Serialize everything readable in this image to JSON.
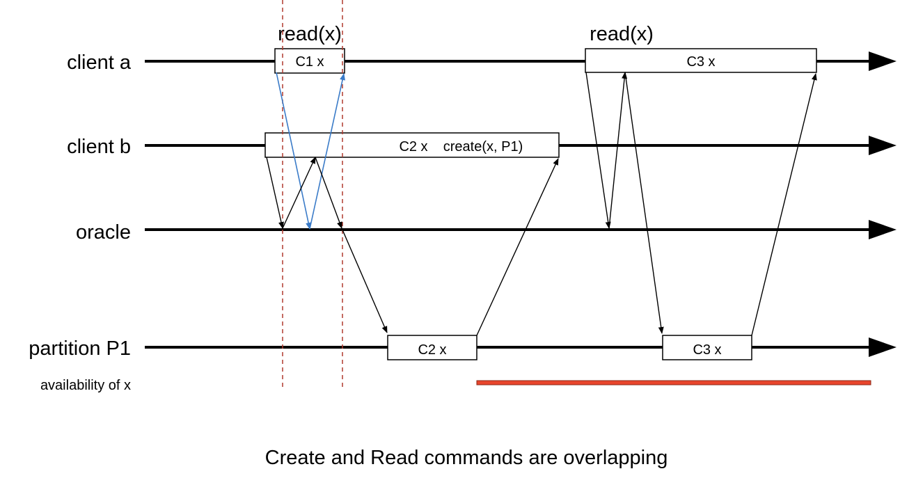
{
  "lanes": {
    "client_a": "client a",
    "client_b": "client b",
    "oracle": "oracle",
    "partition_p1": "partition P1",
    "availability": "availability of x"
  },
  "boxes": {
    "c1": "C1 x",
    "c2_client_b": "C2 x",
    "c2_create": "create(x, P1)",
    "c3_client_a": "C3 x",
    "c2_partition": "C2 x",
    "c3_partition": "C3 x"
  },
  "ops": {
    "read1": "read(x)",
    "read2": "read(x)"
  },
  "caption": "Create and Read commands are overlapping",
  "colors": {
    "timeline": "#000000",
    "blue_message": "#3a7bc8",
    "black_message": "#000000",
    "dashed_marker": "#b03a2e",
    "availability_bar": "#e8452c"
  }
}
